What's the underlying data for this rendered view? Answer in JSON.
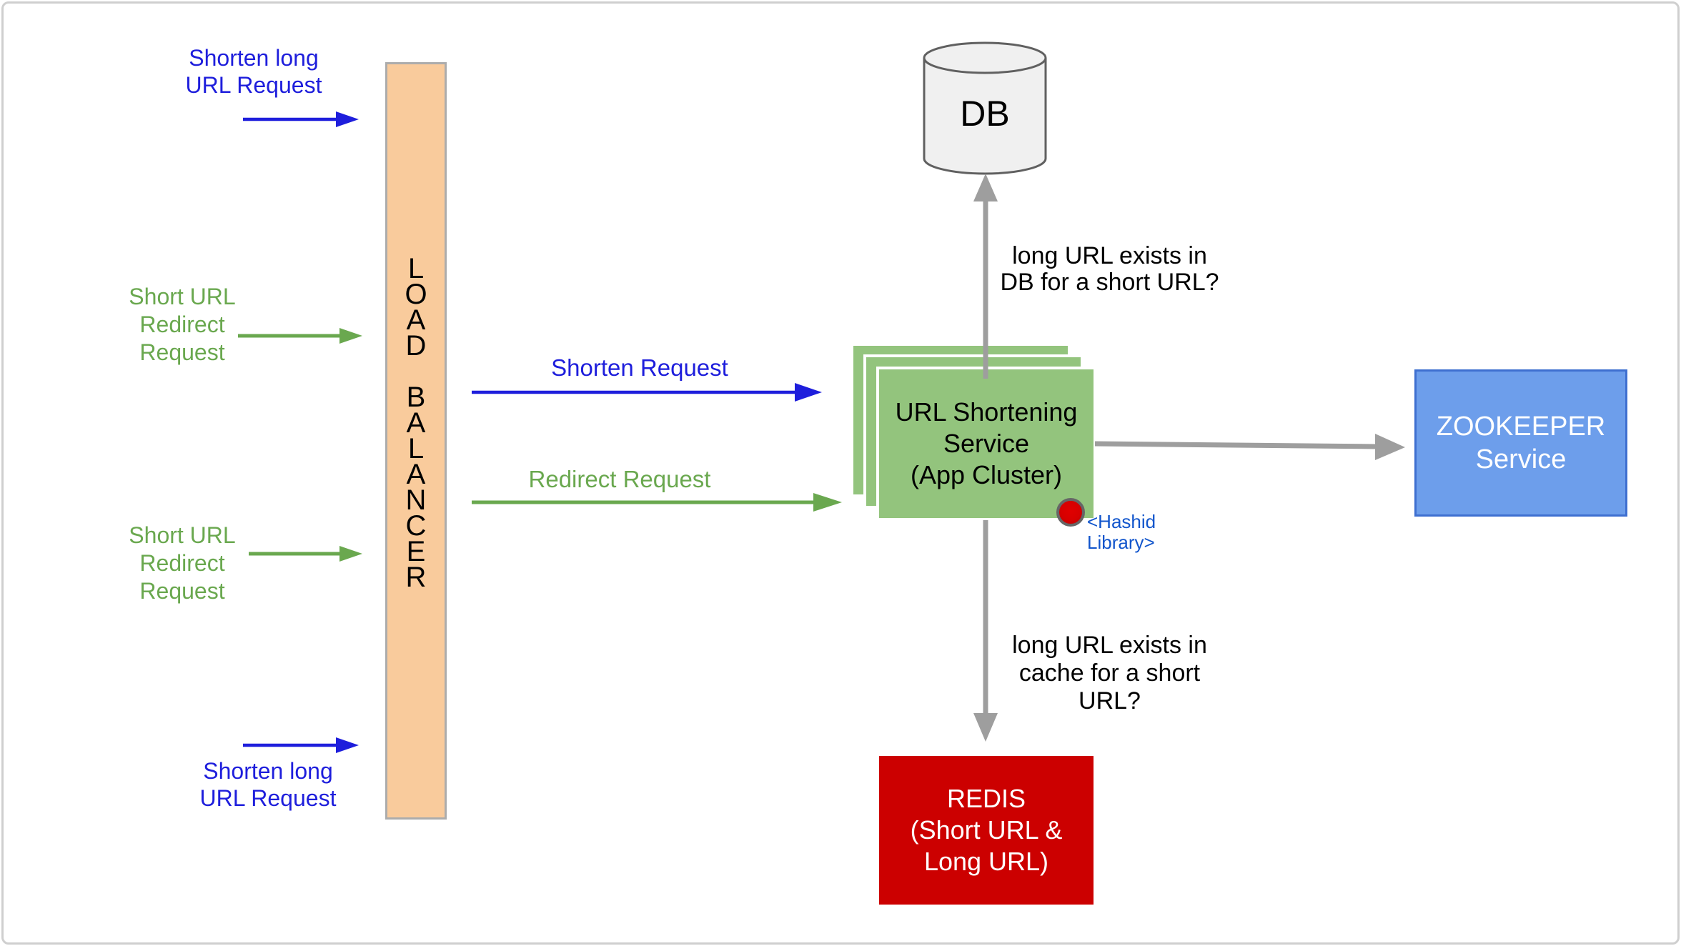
{
  "colors": {
    "blue": "#1E1EDC",
    "green": "#6AA84F",
    "arrow_gray": "#9E9E9E",
    "lb_fill": "#F9CB9C",
    "lb_border": "#ACACAC",
    "app_fill": "#93C47D",
    "zk_fill": "#6D9EEB",
    "zk_border": "#3E6FD0",
    "redis_fill": "#CC0000",
    "db_fill": "#F0F0F0",
    "db_stroke": "#606060",
    "hashid_blue": "#1155CC",
    "dot_fill": "#D70000",
    "dot_border": "#666666",
    "text_black": "#000000",
    "frame_border": "#CFCFCF"
  },
  "left_labels": {
    "shorten_top": "Shorten long\nURL Request",
    "redirect_1": "Short URL\nRedirect\nRequest",
    "redirect_2": "Short URL\nRedirect\nRequest",
    "shorten_bottom": "Shorten long\nURL Request"
  },
  "load_balancer": {
    "label": "L\nO\nA\nD\n \nB\nA\nL\nA\nN\nC\nE\nR"
  },
  "flow_labels": {
    "shorten_request": "Shorten Request",
    "redirect_request": "Redirect Request"
  },
  "db": {
    "label": "DB"
  },
  "app_cluster": {
    "label": "URL Shortening\nService\n(App Cluster)",
    "annotation": "<Hashid\nLibrary>"
  },
  "questions": {
    "db_lookup": "long URL exists in\nDB for a short URL?",
    "cache_lookup": "long URL exists in\ncache for a short\nURL?"
  },
  "zookeeper": {
    "label": "ZOOKEEPER\nService"
  },
  "redis": {
    "label": "REDIS\n(Short URL &\nLong URL)"
  }
}
